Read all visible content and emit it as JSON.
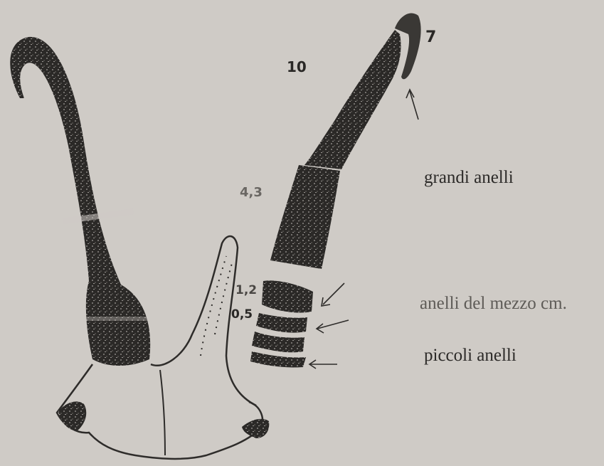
{
  "labels": {
    "grandi": "grandi anelli",
    "mezzo": "anelli del mezzo cm.",
    "piccoli": "piccoli anelli"
  },
  "numbers": {
    "n10": "10",
    "n7": "7",
    "n43": "4,3",
    "n12": "1,2",
    "n05": "0,5"
  },
  "colors": {
    "background": "#cfcbc6",
    "horn": "#2a2826",
    "text": "#2c2a28"
  }
}
